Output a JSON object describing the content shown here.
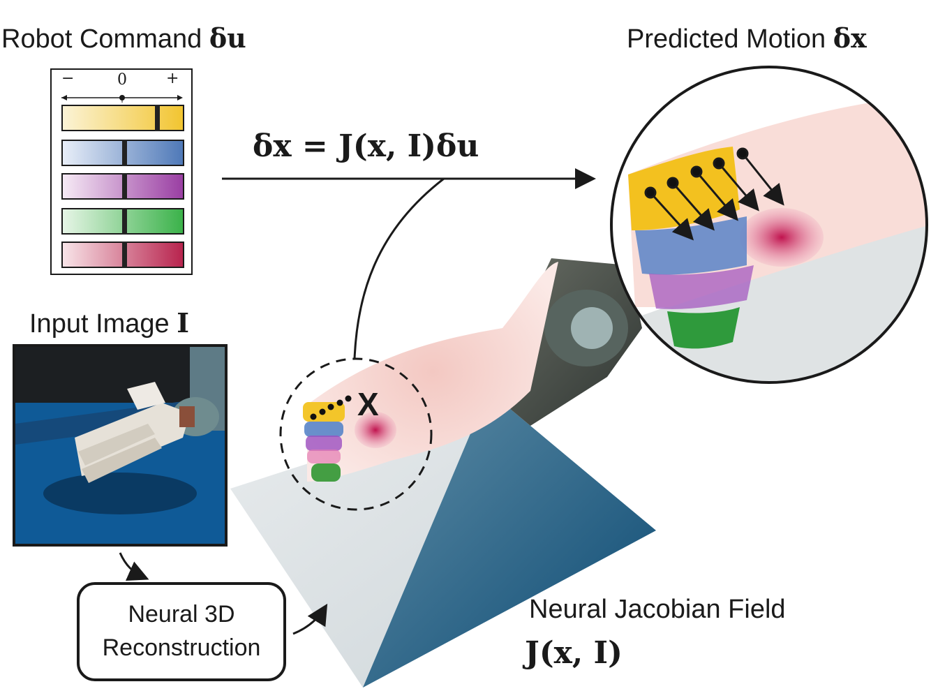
{
  "titles": {
    "robot_command_text": "Robot Command",
    "robot_command_symbol": "δu",
    "predicted_motion_text": "Predicted Motion",
    "predicted_motion_symbol": "δx",
    "input_image_text": "Input Image",
    "input_image_symbol": "I",
    "neural_field_text": "Neural Jacobian Field",
    "neural_field_formula": "J(x, I)"
  },
  "equation": "δx = J(x, I)δu",
  "command_panel": {
    "minus": "−",
    "zero": "0",
    "plus": "+",
    "bars": [
      {
        "color_light": "#fbf3d6",
        "color_dark": "#f2c531",
        "value": 0.55
      },
      {
        "color_light": "#e8eef8",
        "color_dark": "#4f79b8",
        "value": 0.0
      },
      {
        "color_light": "#f6eaf5",
        "color_dark": "#9a3fa3",
        "value": 0.0
      },
      {
        "color_light": "#e6f5e6",
        "color_dark": "#3bb24a",
        "value": 0.0
      },
      {
        "color_light": "#f8e4e8",
        "color_dark": "#b8244e",
        "value": 0.0
      }
    ]
  },
  "reconstruction_box": {
    "line1": "Neural 3D",
    "line2": "Reconstruction"
  },
  "point_label": "X"
}
